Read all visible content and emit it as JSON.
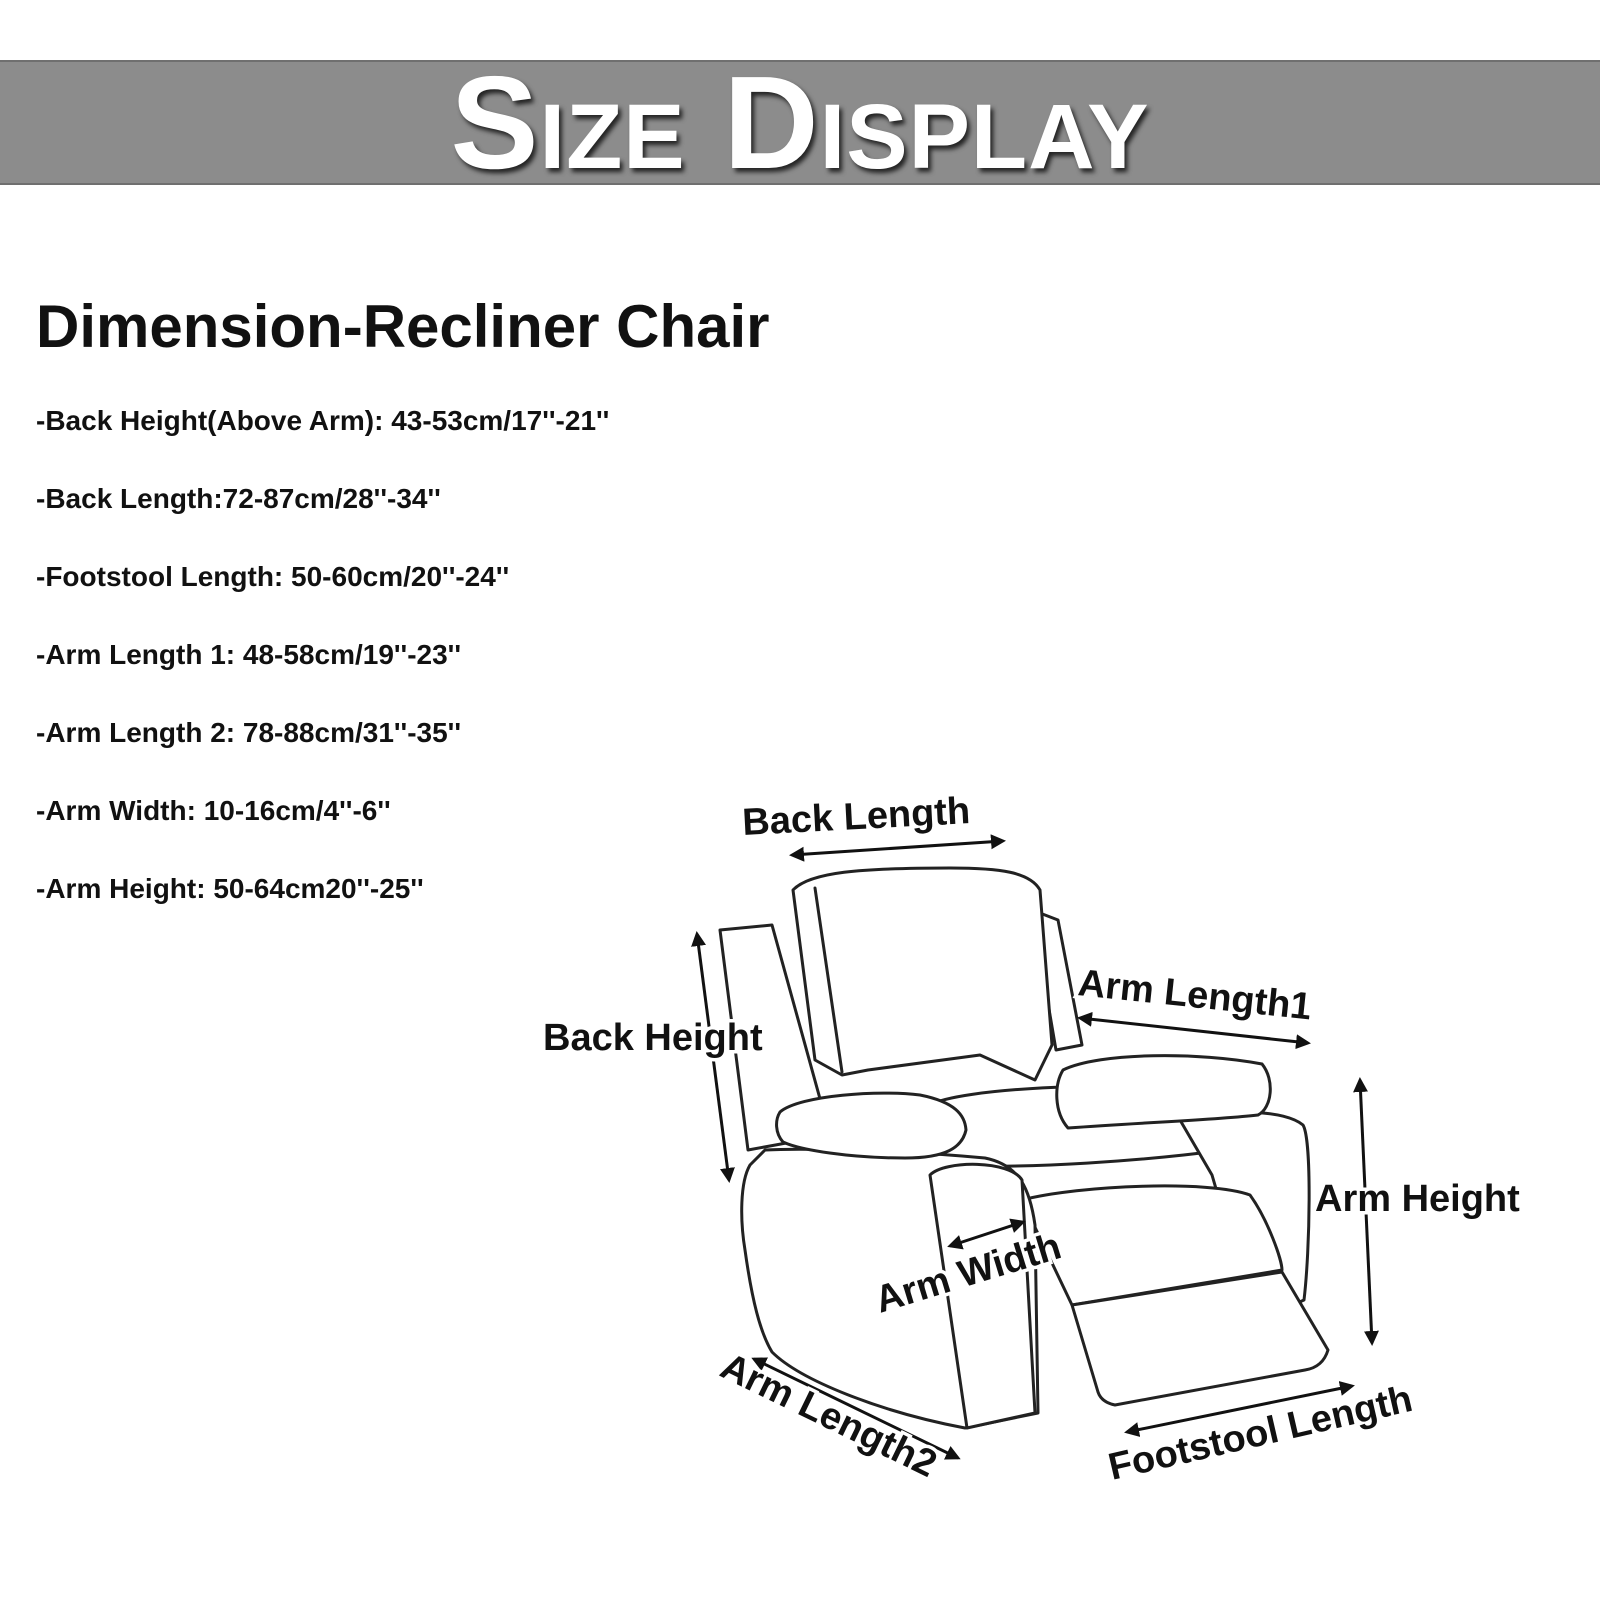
{
  "banner": {
    "title": "Size Display"
  },
  "heading": "Dimension-Recliner Chair",
  "specs": [
    "-Back Height(Above Arm): 43-53cm/17''-21''",
    "-Back Length:72-87cm/28''-34''",
    "-Footstool Length: 50-60cm/20''-24''",
    "-Arm Length 1: 48-58cm/19''-23''",
    "-Arm Length 2: 78-88cm/31''-35''",
    "-Arm Width: 10-16cm/4''-6''",
    "-Arm Height: 50-64cm20''-25''"
  ],
  "diagram": {
    "labels": {
      "back_length": "Back Length",
      "back_height": "Back Height",
      "arm_length1": "Arm Length1",
      "arm_height": "Arm Height",
      "arm_width": "Arm Width",
      "arm_length2": "Arm Length2",
      "footstool_length": "Footstool Length"
    },
    "colors": {
      "line": "#222222",
      "banner": "#8c8c8c"
    }
  }
}
